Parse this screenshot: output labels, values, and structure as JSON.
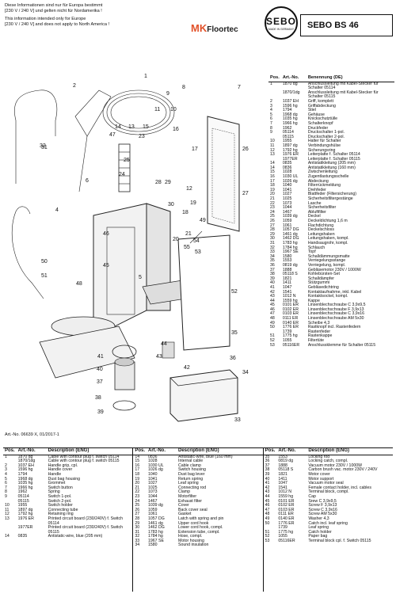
{
  "header": {
    "notice_de_1": "Diese Informationen sind nur für Europa bestimmt",
    "notice_de_2": "[230 V / 240 V] und gelten nicht für Nordamerika !",
    "notice_en_1": "This information intended only for Europe",
    "notice_en_2": "[230 V / 240 V] and does not apply to North America !",
    "mk_logo_mk": "MK",
    "mk_logo_name": "Floortec",
    "sebo_logo_text": "SEBO",
    "sebo_logo_sub": "MADE IN GERMANY",
    "model_title": "SEBO BS 46"
  },
  "footer": {
    "article_no": "Art.-No. 06639 X, 01/2017-1"
  },
  "callouts": [
    "1",
    "2",
    "4",
    "5",
    "6",
    "7",
    "8",
    "9",
    "10",
    "11",
    "12",
    "13",
    "14",
    "15",
    "16",
    "17",
    "18",
    "19",
    "20",
    "21",
    "23",
    "24",
    "25",
    "26",
    "27",
    "28",
    "29",
    "30",
    "31",
    "32",
    "33",
    "34",
    "35",
    "36",
    "37",
    "38",
    "39",
    "40",
    "41",
    "42",
    "43",
    "44",
    "45",
    "46",
    "47",
    "48",
    "49",
    "50",
    "51",
    "52",
    "53",
    "54",
    "55"
  ],
  "right_table": {
    "headers": {
      "pos": "Pos.",
      "art": "Art.-No.",
      "desc": "Benennung (DE)"
    },
    "rows": [
      {
        "pos": "1",
        "art": "1870 dg",
        "desc": "Anschlussleitung mit Kabel-Stecker für Schalter 05114"
      },
      {
        "pos": "",
        "art": "1870/1dg",
        "desc": "Anschlussleitung mit Kabel-Stecker für Schalter 05115"
      },
      {
        "pos": "2",
        "art": "1037 EH",
        "desc": "Griff, komplett"
      },
      {
        "pos": "3",
        "art": "1596 hg",
        "desc": "Griffabdeckung"
      },
      {
        "pos": "4",
        "art": "1794",
        "desc": "Stiel"
      },
      {
        "pos": "5",
        "art": "1968 dg",
        "desc": "Gehäuse"
      },
      {
        "pos": "6",
        "art": "1035 hg",
        "desc": "Knickschutztülle"
      },
      {
        "pos": "7",
        "art": "1966 hg",
        "desc": "Schalterknopf"
      },
      {
        "pos": "8",
        "art": "1962",
        "desc": "Druckfeder"
      },
      {
        "pos": "9",
        "art": "05114",
        "desc": "Druckschalter 1-pol."
      },
      {
        "pos": "",
        "art": "05115",
        "desc": "Druckschalter 2-pol."
      },
      {
        "pos": "10",
        "art": "1955",
        "desc": "Halter für Schalter"
      },
      {
        "pos": "11",
        "art": "1897 dg",
        "desc": "Verbindungshülse"
      },
      {
        "pos": "12",
        "art": "1792 hg",
        "desc": "Sicherungsring"
      },
      {
        "pos": "13",
        "art": "1976 ER",
        "desc": "Leiterplatte f. Schalter 05114"
      },
      {
        "pos": "",
        "art": "1977ER",
        "desc": "Leiterplatte f. Schalter 05115"
      },
      {
        "pos": "14",
        "art": "0835",
        "desc": "Antistatikleitung (205 mm)"
      },
      {
        "pos": "14",
        "art": "0836",
        "desc": "Antistatikleitung (160 mm)"
      },
      {
        "pos": "15",
        "art": "1028",
        "desc": "Zwischenleitung"
      },
      {
        "pos": "16",
        "art": "1030 UL",
        "desc": "Zugentlastungsschelle"
      },
      {
        "pos": "17",
        "art": "1026 dg",
        "desc": "Abdeckung"
      },
      {
        "pos": "18",
        "art": "1040",
        "desc": "Filterrückmeldung"
      },
      {
        "pos": "19",
        "art": "1041",
        "desc": "Drehfeder"
      },
      {
        "pos": "20",
        "art": "1027",
        "desc": "Blattfeder (Filtersicherung)"
      },
      {
        "pos": "21",
        "art": "1025",
        "desc": "Sicherheitsfiltergestänge"
      },
      {
        "pos": "22",
        "art": "1073",
        "desc": "Lasche"
      },
      {
        "pos": "23",
        "art": "1044",
        "desc": "Sicherheitsfilter"
      },
      {
        "pos": "24",
        "art": "1467",
        "desc": "Abluftfilter"
      },
      {
        "pos": "25",
        "art": "1039 dg",
        "desc": "Deckel"
      },
      {
        "pos": "26",
        "art": "1059",
        "desc": "Deckeldichtung 1,6 m"
      },
      {
        "pos": "27",
        "art": "1061",
        "desc": "Flachdichtung"
      },
      {
        "pos": "28",
        "art": "1057 DG",
        "desc": "Deckelschloss"
      },
      {
        "pos": "29",
        "art": "1461 dg",
        "desc": "Leitungshaken"
      },
      {
        "pos": "30",
        "art": "1462 DG",
        "desc": "Leitungshaken, kompl."
      },
      {
        "pos": "31",
        "art": "1783 hg",
        "desc": "Handsaugrohr, kompl."
      },
      {
        "pos": "32",
        "art": "1784 hg",
        "desc": "Schlauch"
      },
      {
        "pos": "33",
        "art": "1967 SE",
        "desc": "Topf"
      },
      {
        "pos": "34",
        "art": "1580",
        "desc": "Schalldämmungsmatte"
      },
      {
        "pos": "35",
        "art": "1553",
        "desc": "Verriegelungsstange"
      },
      {
        "pos": "36",
        "art": "0819 dg",
        "desc": "Verriegelung, kompl."
      },
      {
        "pos": "37",
        "art": "1888",
        "desc": "Gebläsemotor 230V / 1000W"
      },
      {
        "pos": "38",
        "art": "05118 S",
        "desc": "Kohlebürsten-Set"
      },
      {
        "pos": "39",
        "art": "1821",
        "desc": "Schalldämpfer"
      },
      {
        "pos": "40",
        "art": "1411",
        "desc": "Stützgummi"
      },
      {
        "pos": "41",
        "art": "1047",
        "desc": "Gebläsedichtring"
      },
      {
        "pos": "42",
        "art": "1541",
        "desc": "Kontaktaufnahme, inkl. Kabel"
      },
      {
        "pos": "43",
        "art": "1012 N",
        "desc": "Kontaktsockel, kompl."
      },
      {
        "pos": "44",
        "art": "1559 hg",
        "desc": "Kappe"
      },
      {
        "pos": "45",
        "art": "0101 ER",
        "desc": "Linsenblechschraube C 3,9x9,5"
      },
      {
        "pos": "46",
        "art": "0102 ER",
        "desc": "Linsenblechschraube F 3,9x13"
      },
      {
        "pos": "47",
        "art": "0103 ER",
        "desc": "Linsenblechschraube C 3,9x16"
      },
      {
        "pos": "48",
        "art": "0111 ER",
        "desc": "Linsenblechschraube AM 5x30"
      },
      {
        "pos": "49",
        "art": "0140 ER",
        "desc": "Scheibe 4,3"
      },
      {
        "pos": "50",
        "art": "1776 ER",
        "desc": "Rastknopf incl. Rastenfedern"
      },
      {
        "pos": "",
        "art": "1739",
        "desc": "Rastenfeder"
      },
      {
        "pos": "51",
        "art": "1775 hg",
        "desc": "Rastenkappe"
      },
      {
        "pos": "52",
        "art": "1055",
        "desc": "Filtertüte"
      },
      {
        "pos": "53",
        "art": "05116ER",
        "desc": "Anschlussklemme für Schalter 05115"
      }
    ]
  },
  "bottom_tables": {
    "headers": {
      "pos": "Pos.",
      "art": "Art.-No.",
      "desc": "Description (ENG)"
    },
    "col1": [
      {
        "pos": "1",
        "art": "1870 dg",
        "desc": "Cable with contour plug f. switch 05114"
      },
      {
        "pos": "",
        "art": "1870/1dg",
        "desc": "Cable with contour plug f. switch 05115"
      },
      {
        "pos": "2",
        "art": "1037 EH",
        "desc": "Handle grip, cpl."
      },
      {
        "pos": "3",
        "art": "1596 hg",
        "desc": "Handle cover"
      },
      {
        "pos": "4",
        "art": "1794",
        "desc": "Handle"
      },
      {
        "pos": "5",
        "art": "1968 dg",
        "desc": "Dust bag housing"
      },
      {
        "pos": "6",
        "art": "1035 hg",
        "desc": "Grommet"
      },
      {
        "pos": "7",
        "art": "1966 hg",
        "desc": "Switch button"
      },
      {
        "pos": "8",
        "art": "1962",
        "desc": "Spring"
      },
      {
        "pos": "9",
        "art": "05114",
        "desc": "Switch 1-pol."
      },
      {
        "pos": "",
        "art": "05115",
        "desc": "Switch 2-pol."
      },
      {
        "pos": "10",
        "art": "1955",
        "desc": "Switch holder"
      },
      {
        "pos": "11",
        "art": "1897 dg",
        "desc": "Connecting tube"
      },
      {
        "pos": "12",
        "art": "1792 hg",
        "desc": "Retaining ring"
      },
      {
        "pos": "13",
        "art": "1976 ER",
        "desc": "Printed circuit board (230/240V) f. Switch 05114"
      },
      {
        "pos": "",
        "art": "1977ER",
        "desc": "Printed circuit board (230/240V) f. Switch 05115"
      },
      {
        "pos": "14",
        "art": "0835",
        "desc": "Antistatic-wire, blue (205 mm)"
      }
    ],
    "col2": [
      {
        "pos": "14",
        "art": "0836",
        "desc": "Antistatic-wire, blue (160 mm)"
      },
      {
        "pos": "15",
        "art": "1028",
        "desc": "Internal cable"
      },
      {
        "pos": "16",
        "art": "1030 UL",
        "desc": "Cable clamp"
      },
      {
        "pos": "17",
        "art": "1026 dg",
        "desc": "Switch housing"
      },
      {
        "pos": "18",
        "art": "1040",
        "desc": "Dust bag lever"
      },
      {
        "pos": "19",
        "art": "1041",
        "desc": "Return spring"
      },
      {
        "pos": "20",
        "art": "1027",
        "desc": "Leaf spring"
      },
      {
        "pos": "21",
        "art": "1025",
        "desc": "Connecting rod"
      },
      {
        "pos": "22",
        "art": "1073",
        "desc": "Clamp"
      },
      {
        "pos": "23",
        "art": "1044",
        "desc": "Motorfilter"
      },
      {
        "pos": "24",
        "art": "1467",
        "desc": "Exhaust filter"
      },
      {
        "pos": "25",
        "art": "1039 dg",
        "desc": "Cover"
      },
      {
        "pos": "26",
        "art": "1059",
        "desc": "Back cover seal"
      },
      {
        "pos": "27",
        "art": "1061",
        "desc": "Gasket"
      },
      {
        "pos": "28",
        "art": "1057 DG",
        "desc": "Latch with spring and pin"
      },
      {
        "pos": "29",
        "art": "1461 dg",
        "desc": "Upper cord hook"
      },
      {
        "pos": "30",
        "art": "1462 DG",
        "desc": "Lower cord hook, compl."
      },
      {
        "pos": "31",
        "art": "1783 hg",
        "desc": "Extension tube, compl."
      },
      {
        "pos": "32",
        "art": "1784 hg",
        "desc": "Hose, compl."
      },
      {
        "pos": "33",
        "art": "1967 SE",
        "desc": "Motor housing"
      },
      {
        "pos": "34",
        "art": "1580",
        "desc": "Sound insulation"
      }
    ],
    "col3": [
      {
        "pos": "35",
        "art": "1553",
        "desc": "Locking rod"
      },
      {
        "pos": "36",
        "art": "0819 dg",
        "desc": "Locking catch, compl."
      },
      {
        "pos": "37",
        "art": "1888",
        "desc": "Vacuum motor 230V / 1000W"
      },
      {
        "pos": "38",
        "art": "05118 S",
        "desc": "Carbon brush vac. motor 230V / 240V"
      },
      {
        "pos": "39",
        "art": "1821",
        "desc": "Motor cover"
      },
      {
        "pos": "40",
        "art": "1411",
        "desc": "Motor support"
      },
      {
        "pos": "41",
        "art": "1047",
        "desc": "Vacuum motor seal"
      },
      {
        "pos": "42",
        "art": "1541",
        "desc": "Female contact holder, incl. cables"
      },
      {
        "pos": "43",
        "art": "1012 N",
        "desc": "Terminal block, compl."
      },
      {
        "pos": "44",
        "art": "1559 hg",
        "desc": "Cap"
      },
      {
        "pos": "45",
        "art": "0101 ER",
        "desc": "Srew C 3,9x9,5"
      },
      {
        "pos": "46",
        "art": "0102 ER",
        "desc": "Screw F 3,9x13"
      },
      {
        "pos": "47",
        "art": "0103 ER",
        "desc": "Screw C 3,9x16"
      },
      {
        "pos": "48",
        "art": "0111 ER",
        "desc": "Screw AM 5x30"
      },
      {
        "pos": "49",
        "art": "0140 ER",
        "desc": "Washer 4,3"
      },
      {
        "pos": "50",
        "art": "1776 ER",
        "desc": "Catch incl. leaf spring"
      },
      {
        "pos": "",
        "art": "1739",
        "desc": "Leaf spring"
      },
      {
        "pos": "51",
        "art": "1775 hg",
        "desc": "Catch holder"
      },
      {
        "pos": "52",
        "art": "1055",
        "desc": "Paper bag"
      },
      {
        "pos": "53",
        "art": "05116ER",
        "desc": "Terminal block cpl. f. Switch 05115"
      }
    ]
  }
}
